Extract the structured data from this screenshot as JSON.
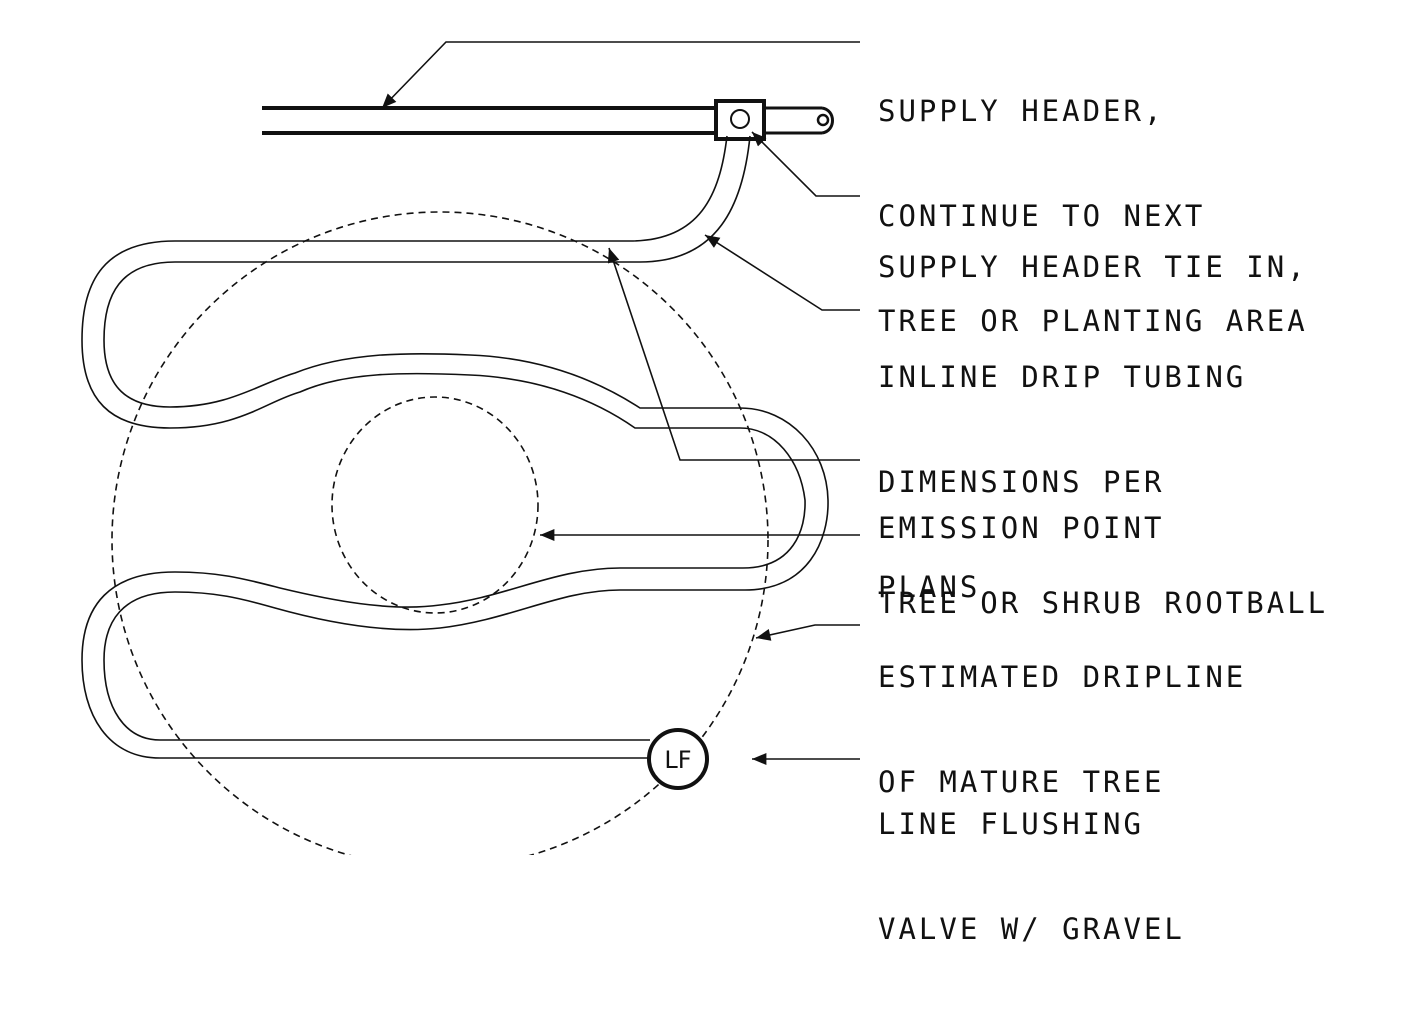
{
  "callouts": {
    "supply_header": {
      "lines": [
        "SUPPLY HEADER,",
        "CONTINUE TO NEXT",
        "TREE OR PLANTING AREA"
      ]
    },
    "supply_tie_in": {
      "lines": [
        "SUPPLY HEADER TIE IN,"
      ]
    },
    "inline_drip": {
      "lines": [
        "INLINE DRIP TUBING",
        "DIMENSIONS PER",
        "PLANS"
      ]
    },
    "emission_point": {
      "lines": [
        "EMISSION POINT"
      ]
    },
    "rootball": {
      "lines": [
        "TREE OR SHRUB ROOTBALL"
      ]
    },
    "dripline": {
      "lines": [
        "ESTIMATED DRIPLINE",
        "OF MATURE TREE"
      ]
    },
    "flush_valve": {
      "lines": [
        "LINE FLUSHING",
        "VALVE W/ GRAVEL"
      ]
    }
  },
  "valve_label": "LF",
  "colors": {
    "ink": "#111111",
    "paper": "#ffffff"
  }
}
